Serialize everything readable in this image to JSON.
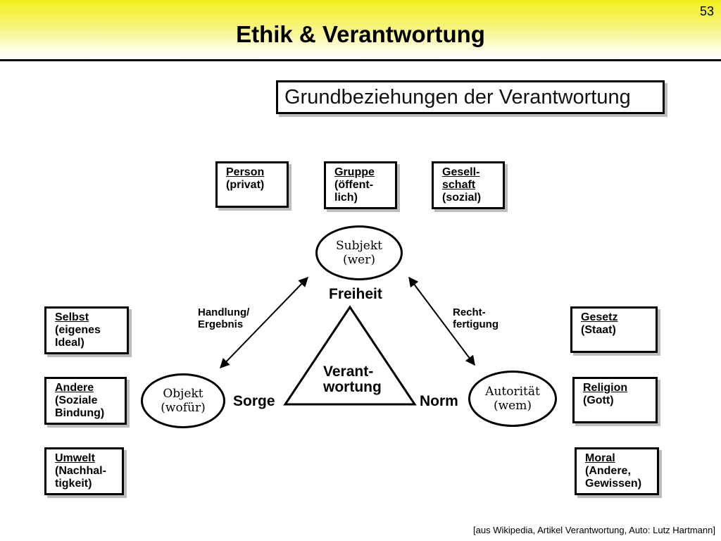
{
  "slide": {
    "page_number": "53",
    "title": "Ethik & Verantwortung",
    "source": "[aus Wikipedia, Artikel Verantwortung, Auto: Lutz Hartmann]"
  },
  "diagram": {
    "title": "Grundbeziehungen der Verantwortung",
    "center": "Verant-\nwortung",
    "nodes": {
      "subjekt": "Subjekt\n(wer)",
      "objekt": "Objekt\n(wofür)",
      "autoritaet": "Autorität\n(wem)"
    },
    "concepts": {
      "freiheit": "Freiheit",
      "sorge": "Sorge",
      "norm": "Norm"
    },
    "edge_labels": {
      "handlung": "Handlung/\nErgebnis",
      "rechtfertigung": "Recht-\nfertigung"
    },
    "subject_boxes": [
      {
        "title": "Person",
        "detail": "(privat)"
      },
      {
        "title": "Gruppe",
        "detail": "(öffent-\nlich)"
      },
      {
        "title": "Gesell-\nschaft",
        "detail": "(sozial)"
      }
    ],
    "object_boxes": [
      {
        "title": "Selbst",
        "detail": "(eigenes\nIdeal)"
      },
      {
        "title": "Andere",
        "detail": "(Soziale\nBindung)"
      },
      {
        "title": "Umwelt",
        "detail": "(Nachhal-\ntigkeit)"
      }
    ],
    "authority_boxes": [
      {
        "title": "Gesetz",
        "detail": "(Staat)"
      },
      {
        "title": "Religion",
        "detail": "(Gott)"
      },
      {
        "title": "Moral",
        "detail": "(Andere,\nGewissen)"
      }
    ]
  }
}
